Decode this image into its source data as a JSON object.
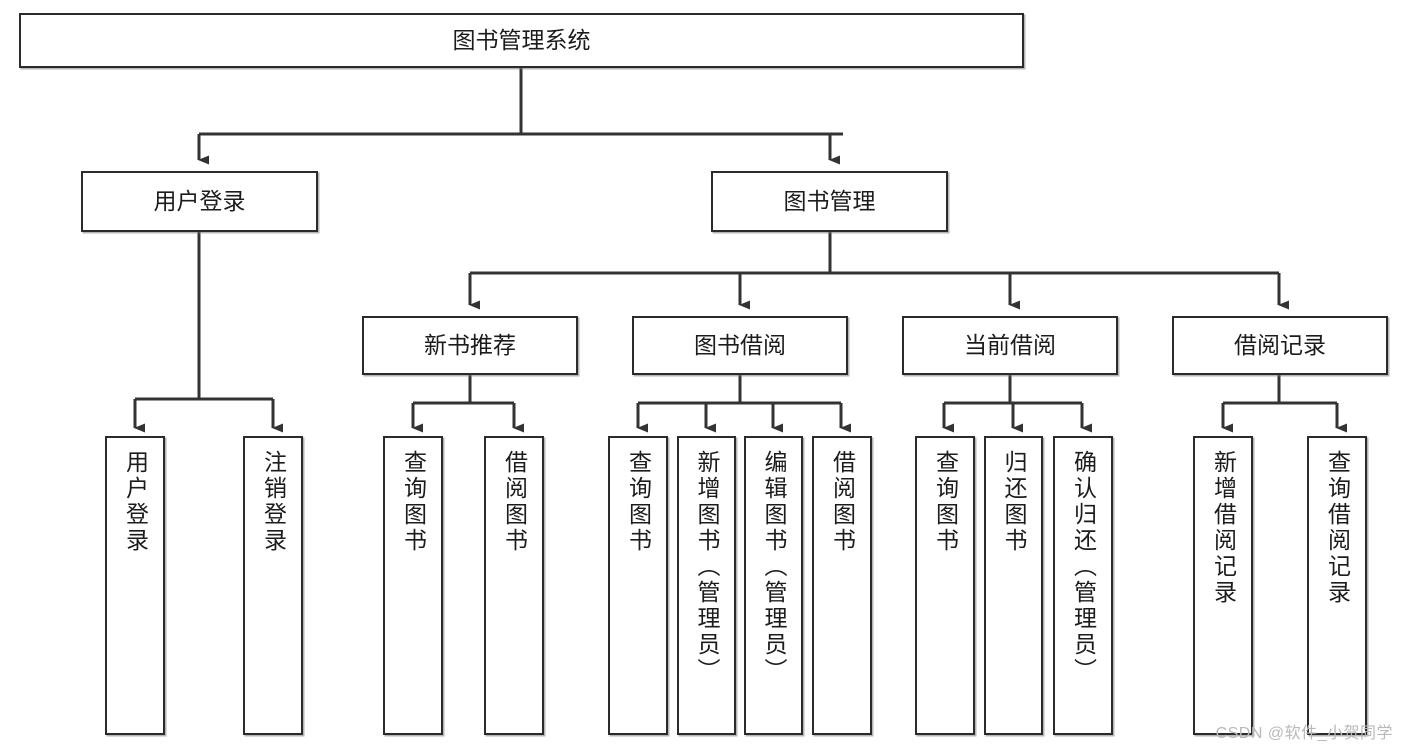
{
  "diagram": {
    "type": "tree-hierarchy-flowchart",
    "title": "图书管理系统",
    "watermark": "CSDN @软件_小贺同学",
    "colors": {
      "node_border": "#2b2b2b",
      "node_fill": "#ffffff",
      "connector": "#333333",
      "text": "#1c1c1c",
      "watermark": "#b9b9b9",
      "background": "#ffffff"
    },
    "levels": [
      {
        "index": 0,
        "name": "root"
      },
      {
        "index": 1,
        "name": "modules"
      },
      {
        "index": 2,
        "name": "sub-modules"
      },
      {
        "index": 3,
        "name": "functions"
      }
    ],
    "nodes": {
      "root": {
        "label": "图书管理系统",
        "orientation": "horizontal"
      },
      "level1": [
        {
          "id": "user-login",
          "label": "用户登录",
          "orientation": "horizontal"
        },
        {
          "id": "book-management",
          "label": "图书管理",
          "orientation": "horizontal"
        }
      ],
      "level2": [
        {
          "id": "new-book-recommend",
          "label": "新书推荐",
          "orientation": "horizontal",
          "parent": "book-management"
        },
        {
          "id": "book-borrow",
          "label": "图书借阅",
          "orientation": "horizontal",
          "parent": "book-management"
        },
        {
          "id": "current-borrow",
          "label": "当前借阅",
          "orientation": "horizontal",
          "parent": "book-management"
        },
        {
          "id": "borrow-record",
          "label": "借阅记录",
          "orientation": "horizontal",
          "parent": "book-management"
        }
      ],
      "leaves": [
        {
          "id": "leaf-user-login",
          "label": "用户登录",
          "orientation": "vertical",
          "parent": "user-login"
        },
        {
          "id": "leaf-logout",
          "label": "注销登录",
          "orientation": "vertical",
          "parent": "user-login"
        },
        {
          "id": "leaf-query-book-1",
          "label": "查询图书",
          "orientation": "vertical",
          "parent": "new-book-recommend"
        },
        {
          "id": "leaf-borrow-book-1",
          "label": "借阅图书",
          "orientation": "vertical",
          "parent": "new-book-recommend"
        },
        {
          "id": "leaf-query-book-2",
          "label": "查询图书",
          "orientation": "vertical",
          "parent": "book-borrow"
        },
        {
          "id": "leaf-add-book",
          "label": "新增图书（管理员）",
          "orientation": "vertical",
          "parent": "book-borrow"
        },
        {
          "id": "leaf-edit-book",
          "label": "编辑图书（管理员）",
          "orientation": "vertical",
          "parent": "book-borrow"
        },
        {
          "id": "leaf-borrow-book-2",
          "label": "借阅图书",
          "orientation": "vertical",
          "parent": "book-borrow"
        },
        {
          "id": "leaf-query-book-3",
          "label": "查询图书",
          "orientation": "vertical",
          "parent": "current-borrow"
        },
        {
          "id": "leaf-return-book",
          "label": "归还图书",
          "orientation": "vertical",
          "parent": "current-borrow"
        },
        {
          "id": "leaf-confirm-return",
          "label": "确认归还（管理员）",
          "orientation": "vertical",
          "parent": "current-borrow"
        },
        {
          "id": "leaf-add-record",
          "label": "新增借阅记录",
          "orientation": "vertical",
          "parent": "borrow-record"
        },
        {
          "id": "leaf-query-record",
          "label": "查询借阅记录",
          "orientation": "vertical",
          "parent": "borrow-record"
        }
      ]
    }
  }
}
